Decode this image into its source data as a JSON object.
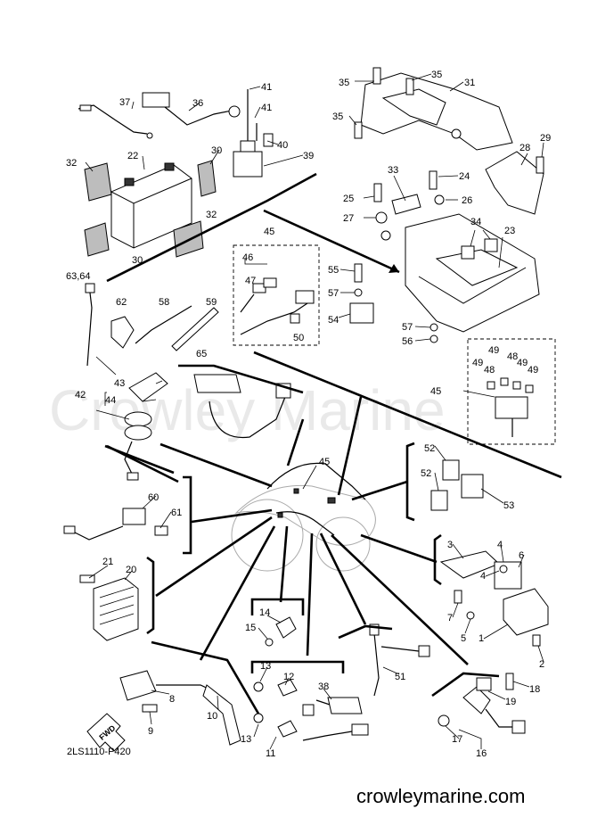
{
  "watermark": "Crowley Marine",
  "diagram_code": "2LS1110-P420",
  "footer_site": "crowleymarine.com",
  "fwd_label": "FWD",
  "callouts": [
    "1",
    "2",
    "3",
    "4",
    "4",
    "5",
    "6",
    "7",
    "8",
    "9",
    "10",
    "11",
    "12",
    "13",
    "13",
    "14",
    "15",
    "16",
    "17",
    "18",
    "19",
    "20",
    "21",
    "22",
    "23",
    "24",
    "25",
    "26",
    "27",
    "28",
    "29",
    "30",
    "30",
    "31",
    "32",
    "32",
    "33",
    "34",
    "35",
    "35",
    "35",
    "36",
    "37",
    "38",
    "39",
    "40",
    "41",
    "41",
    "42",
    "43",
    "44",
    "45",
    "45",
    "45",
    "46",
    "47",
    "48",
    "48",
    "49",
    "49",
    "49",
    "49",
    "50",
    "51",
    "52",
    "52",
    "53",
    "54",
    "55",
    "56",
    "57",
    "57",
    "58",
    "59",
    "60",
    "61",
    "62",
    "63,64",
    "65"
  ]
}
